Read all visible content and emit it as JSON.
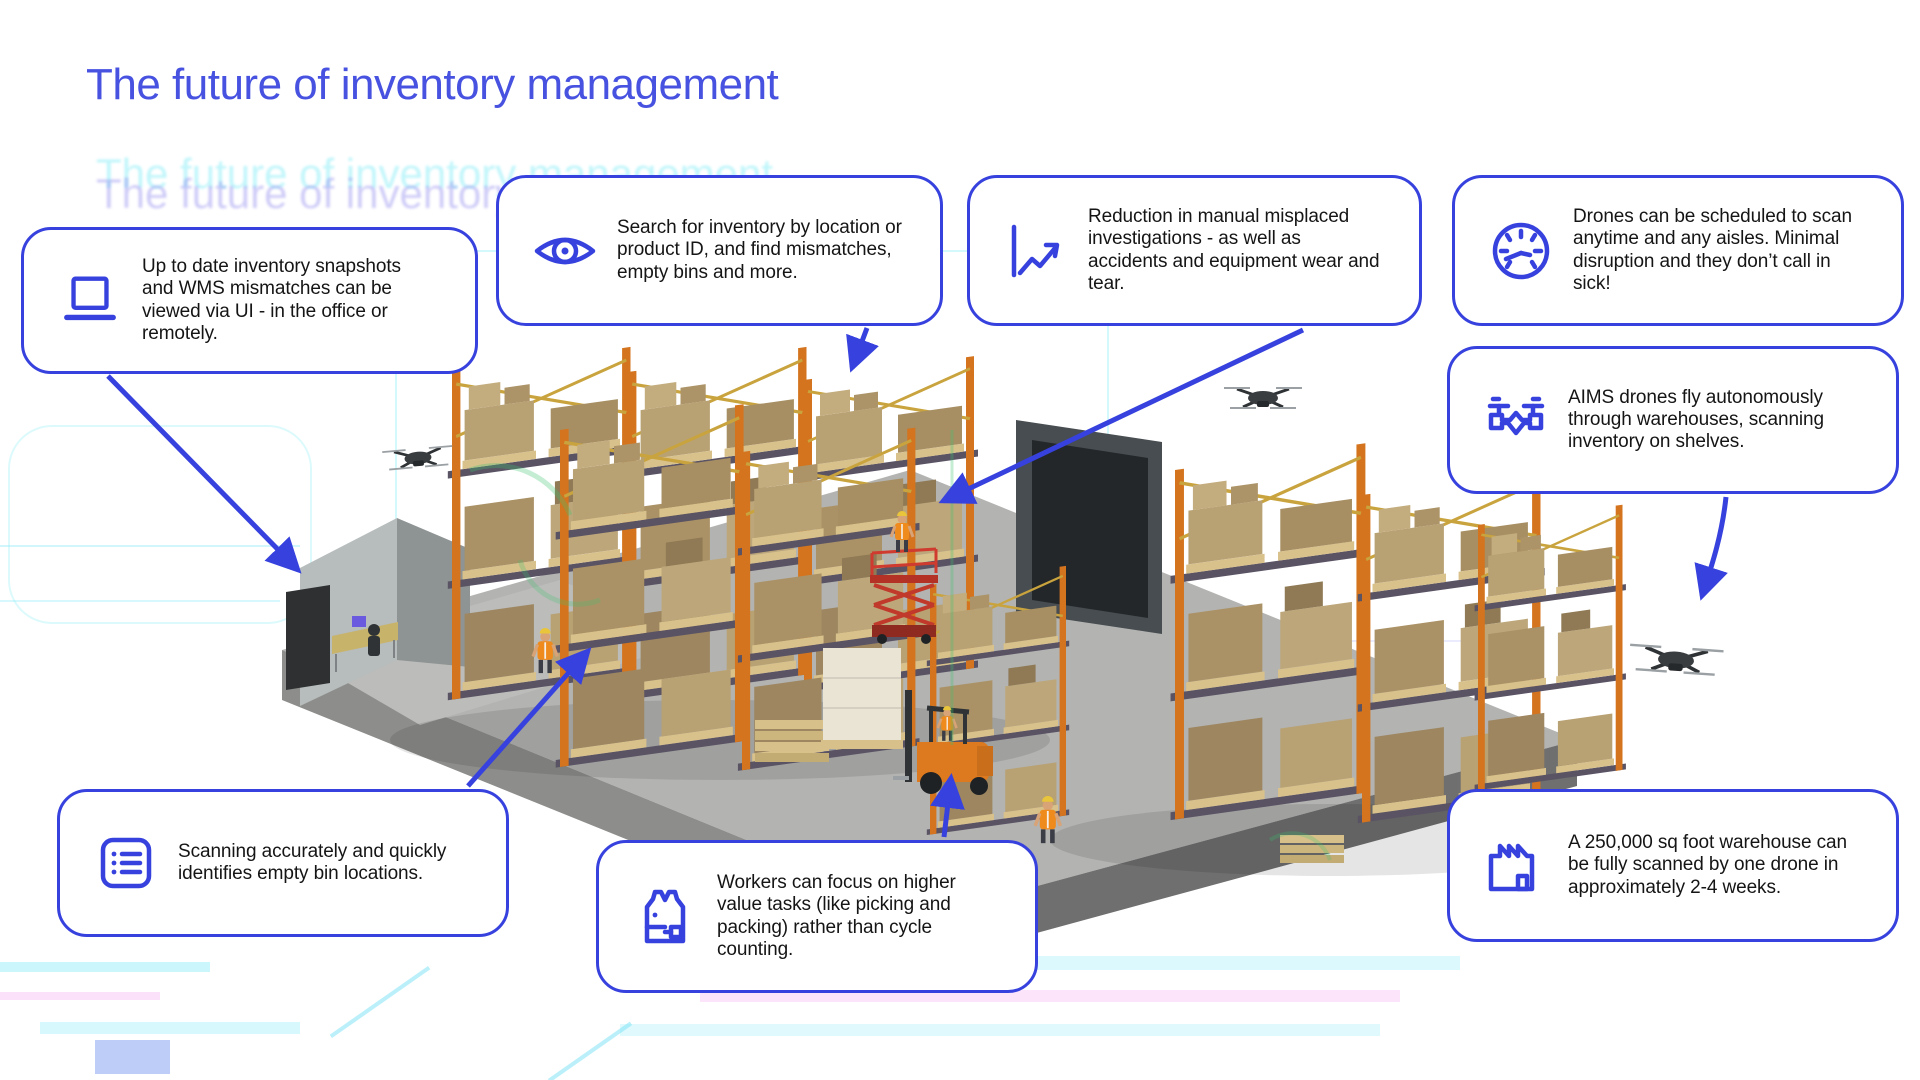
{
  "title": "The future of inventory management",
  "callouts": [
    {
      "icon": "laptop-icon",
      "text": "Up to date inventory snapshots and WMS mismatches can be viewed via UI - in the office or remotely."
    },
    {
      "icon": "eye-icon",
      "text": "Search for inventory by location or product ID, and find mismatches, empty bins and more."
    },
    {
      "icon": "chart-icon",
      "text": "Reduction in manual misplaced investigations - as well as accidents and equipment wear and tear."
    },
    {
      "icon": "clock-icon",
      "text": "Drones can be scheduled to scan anytime and any aisles. Minimal disruption and they don’t call in sick!"
    },
    {
      "icon": "drone-icon",
      "text": "AIMS drones fly autonomously through warehouses, scanning inventory on shelves."
    },
    {
      "icon": "list-icon",
      "text": "Scanning accurately and quickly identifies empty bin locations."
    },
    {
      "icon": "vest-icon",
      "text": "Workers can focus on higher value tasks (like picking and packing) rather than cycle counting."
    },
    {
      "icon": "factory-icon",
      "text": "A 250,000 sq foot warehouse can be fully scanned by one drone in approximately 2-4 weeks."
    }
  ],
  "colors": {
    "accent": "#3742de",
    "title": "#4752e0",
    "body_text": "#151515",
    "rack_orange": "#d4741e",
    "box_tan": "#b8a173",
    "floor_gray": "#b3b3b1",
    "ghost_cyan": "#8feef7",
    "ghost_violet": "#958fee",
    "scan_green": "#3bc471"
  },
  "scene": {
    "description": "3D warehouse render: orange pallet racks stacked with cardboard boxes, office corner with desk and computer, dark loading doorway, red scissor lift, forklift, workers in safety vests, three flying scanning drones"
  }
}
